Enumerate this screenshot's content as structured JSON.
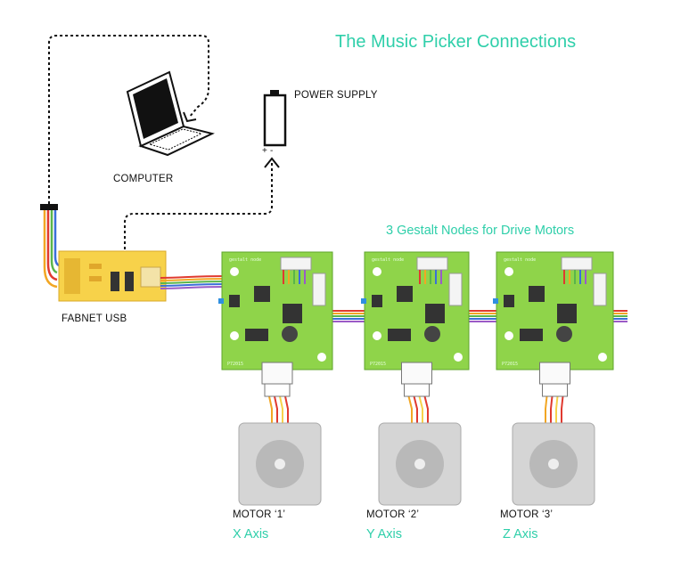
{
  "title": "The Music Picker Connections",
  "subtitle": "3 Gestalt Nodes for Drive Motors",
  "labels": {
    "computer": "COMPUTER",
    "power_supply": "POWER SUPPLY",
    "power_terminals": "+ -",
    "fabnet": "FABNET USB"
  },
  "nodes": [
    {
      "board_title": "gestalt node",
      "board_id": "P72015"
    },
    {
      "board_title": "gestalt node",
      "board_id": "P72015"
    },
    {
      "board_title": "gestalt node",
      "board_id": "P72015"
    }
  ],
  "motors": [
    {
      "label": "MOTOR ‘1’",
      "axis": "X Axis"
    },
    {
      "label": "MOTOR ‘2’",
      "axis": "Y Axis"
    },
    {
      "label": "MOTOR ‘3’",
      "axis": "Z Axis"
    }
  ],
  "colors": {
    "accent": "#2fcfaa",
    "board": "#8fd44a",
    "fabnet_board": "#f7d24a",
    "motor": "#d5d5d5",
    "wires": [
      "#e03a2f",
      "#f2a623",
      "#5ab54a",
      "#3a6fd8",
      "#9a5bc7"
    ]
  }
}
